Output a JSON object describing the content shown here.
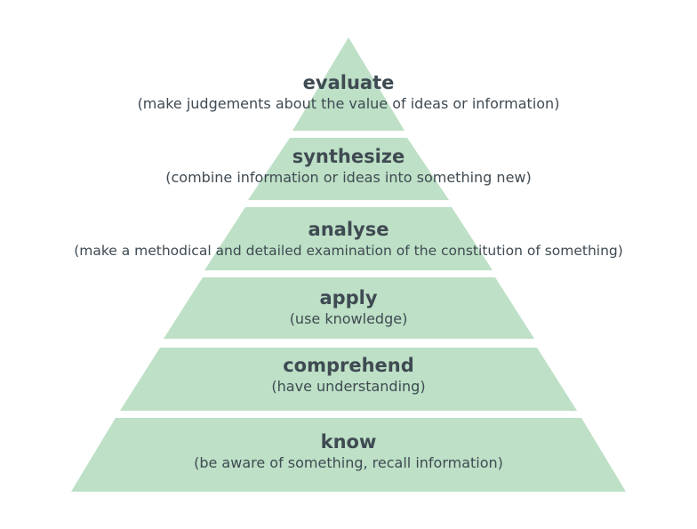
{
  "colors": {
    "tier_fill": "#bde0c6",
    "text": "#3f4a52",
    "background": "#ffffff"
  },
  "tiers": [
    {
      "title": "evaluate",
      "description": "(make judgements about the value of ideas or information)"
    },
    {
      "title": "synthesize",
      "description": "(combine information or ideas into something new)"
    },
    {
      "title": "analyse",
      "description": "(make a methodical and detailed examination of the constitution of something)"
    },
    {
      "title": "apply",
      "description": "(use knowledge)"
    },
    {
      "title": "comprehend",
      "description": "(have understanding)"
    },
    {
      "title": "know",
      "description": "(be aware of something, recall information)"
    }
  ]
}
